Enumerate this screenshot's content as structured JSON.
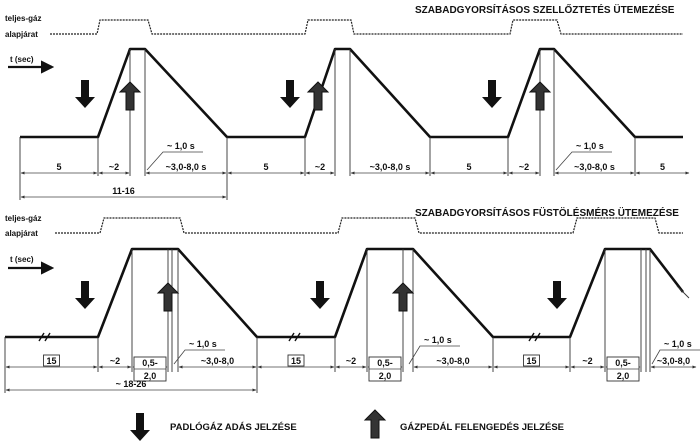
{
  "top": {
    "title": "SZABADGYORSÍTÁSOS SZELLŐZTETÉS ÜTEMEZÉSE",
    "full_throttle_label": "teljes-gáz",
    "idle_label": "alapjárat",
    "time_axis_label": "t (sec)",
    "dims": {
      "idle": "5",
      "rise": "~2",
      "hold": "~ 1,0 s",
      "fall": "~3,0-8,0 s",
      "total": "11-16"
    }
  },
  "bottom": {
    "title": "SZABADGYORSÍTÁSOS FÜSTÖLÉSMÉRS ÜTEMEZÉSE",
    "full_throttle_label": "teljes-gáz",
    "idle_label": "alapjárat",
    "time_axis_label": "t (sec)",
    "dims": {
      "idle": "15",
      "rise": "~2",
      "measure_top": "0,5-",
      "measure_bottom": "2,0",
      "hold": "~ 1,0 s",
      "fall": "~3,0-8,0",
      "total": "~ 18-26"
    }
  },
  "legend": {
    "press": "PADLÓGÁZ ADÁS JELZÉSE",
    "release": "GÁZPEDÁL FELENGEDÉS JELZÉSE"
  }
}
